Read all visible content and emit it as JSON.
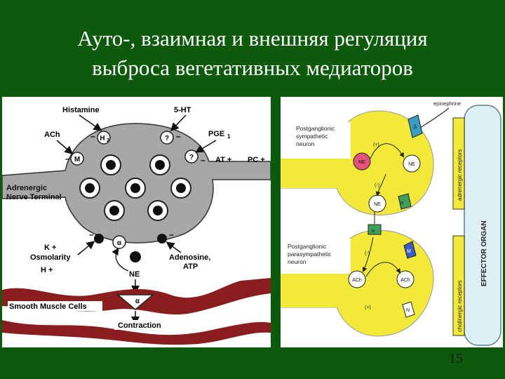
{
  "slide": {
    "title_line1": "Ауто-, взаимная и внешняя регуляция",
    "title_line2": "выброса вегетативных медиаторов",
    "page_number": "15"
  },
  "left_diagram": {
    "terminal_label_1": "Adrenergic",
    "terminal_label_2": "Nerve Terminal",
    "histamine": "Histamine",
    "ht5": "5-HT",
    "ach": "ACh",
    "pge1": "PGE",
    "pge1_sub": "1",
    "at": "AT +",
    "pc": "PC +",
    "h2": "H",
    "h2_sub": "2",
    "m": "M",
    "q1": "?",
    "q2": "?",
    "alpha_receptor": "α",
    "k": "K +",
    "osmolarity": "Osmolarity",
    "h_plus": "H +",
    "adenosine": "Adenosine,",
    "atp": "ATP",
    "ne": "NE",
    "alpha_muscle": "α",
    "smooth_muscle": "Smooth Muscle Cells",
    "contraction": "Contraction",
    "minus": "–"
  },
  "right_diagram": {
    "epinephrine": "epinephrine",
    "symp_1": "Postganglionic",
    "symp_2": "sympathetic",
    "symp_3": "neuron",
    "para_1": "Postganglionic",
    "para_2": "parasympathetic",
    "para_3": "neuron",
    "ne_center": "NE",
    "ne_right": "NE",
    "ne_bottom": "NE",
    "plus_top": "(+)",
    "minus_mid": "(-)",
    "minus_para": "(-)",
    "plus_para": "(+)",
    "ach_left": "ACh",
    "ach_right": "ACh",
    "b2": "β",
    "a2_top": "α",
    "a2_mid": "α",
    "m_receptor": "M",
    "n_receptor": "N",
    "adrenergic_receptors": "adrenergic receptors",
    "cholinergic_receptors": "cholinergic receptors",
    "effector_organ": "EFFECTOR ORGAN"
  },
  "colors": {
    "background": "#0d5a0d",
    "neuron_yellow": "#f2e93a",
    "receptor_teal": "#3a9ec4",
    "receptor_green": "#3ea05a",
    "ne_pink": "#e2547a",
    "muscle_red": "#8a1e1e",
    "terminal_gray": "#a7a7a7"
  }
}
